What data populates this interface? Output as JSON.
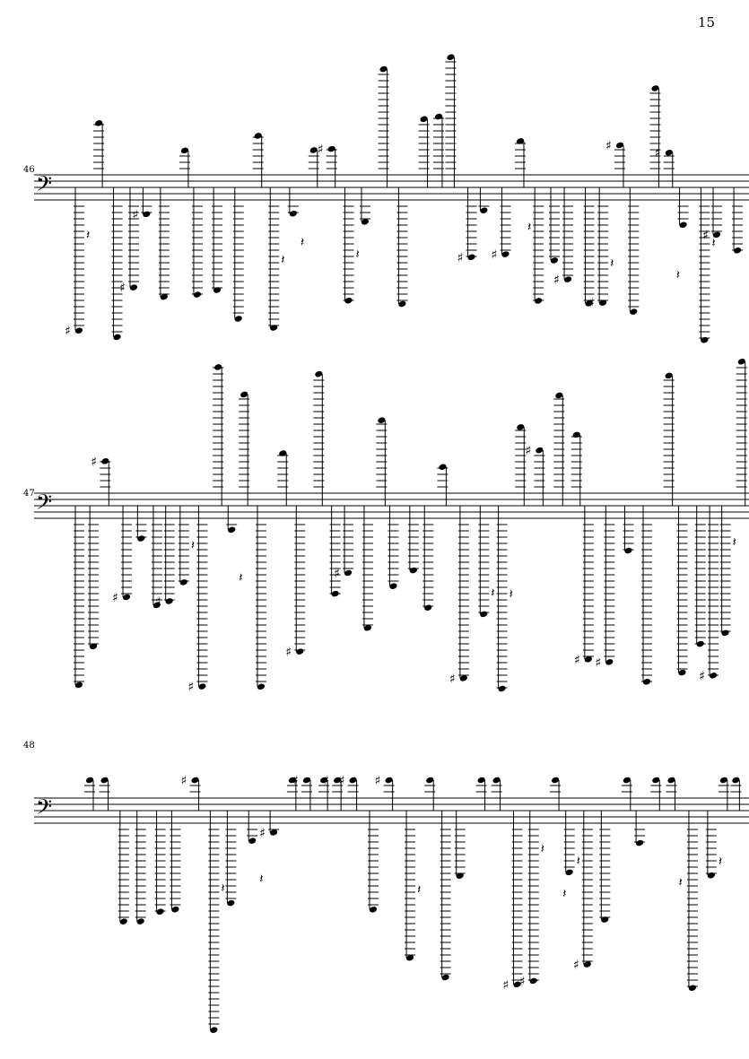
{
  "page": {
    "number": "15"
  },
  "systems": [
    {
      "measure": "46"
    },
    {
      "measure": "47"
    },
    {
      "measure": "48"
    }
  ],
  "icons": {
    "clef": "bass-clef-icon",
    "accidental": "sharp-icon",
    "rest": "quarter-rest-icon"
  }
}
